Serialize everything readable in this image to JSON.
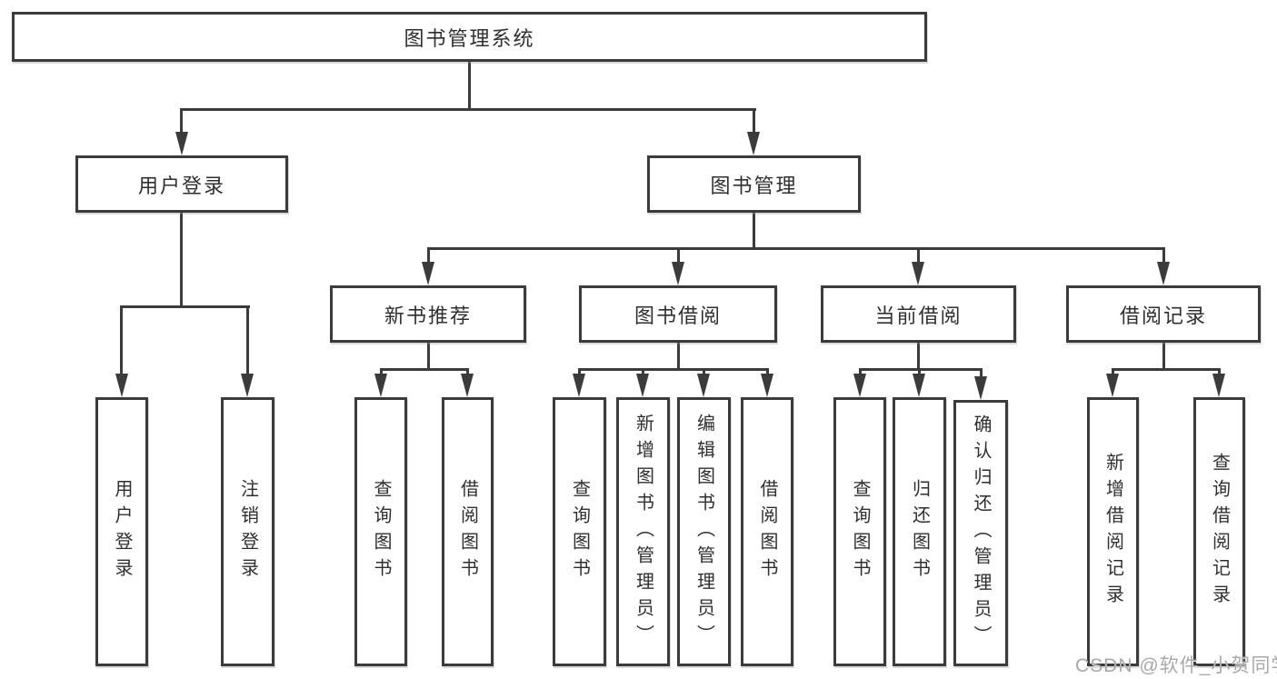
{
  "diagram": {
    "title": "图书管理系统",
    "nodes": {
      "root": "图书管理系统",
      "userLogin": "用户登录",
      "bookMgmt": "图书管理",
      "newBookRec": "新书推荐",
      "bookBorrow": "图书借阅",
      "curBorrow": "当前借阅",
      "borrowRec": "借阅记录",
      "ulLogin": "用户登录",
      "ulLogout": "注销登录",
      "nbQuery": "查询图书",
      "nbBorrow": "借阅图书",
      "bbQuery": "查询图书",
      "bbAdd": "新增图书（管理员）",
      "bbEdit": "编辑图书（管理员）",
      "bbBorrow": "借阅图书",
      "cbQuery": "查询图书",
      "cbReturn": "归还图书",
      "cbConfirm": "确认归还（管理员）",
      "brAdd": "新增借阅记录",
      "brQuery": "查询借阅记录"
    },
    "hierarchy": {
      "图书管理系统": {
        "用户登录": [
          "用户登录",
          "注销登录"
        ],
        "图书管理": {
          "新书推荐": [
            "查询图书",
            "借阅图书"
          ],
          "图书借阅": [
            "查询图书",
            "新增图书（管理员）",
            "编辑图书（管理员）",
            "借阅图书"
          ],
          "当前借阅": [
            "查询图书",
            "归还图书",
            "确认归还（管理员）"
          ],
          "借阅记录": [
            "新增借阅记录",
            "查询借阅记录"
          ]
        }
      }
    },
    "colors": {
      "line": "#3b3b3b",
      "text": "#2f2f2f",
      "background": "#ffffff",
      "watermark": "#a9a9a9"
    }
  },
  "watermark": "CSDN @软件_小贺同学"
}
